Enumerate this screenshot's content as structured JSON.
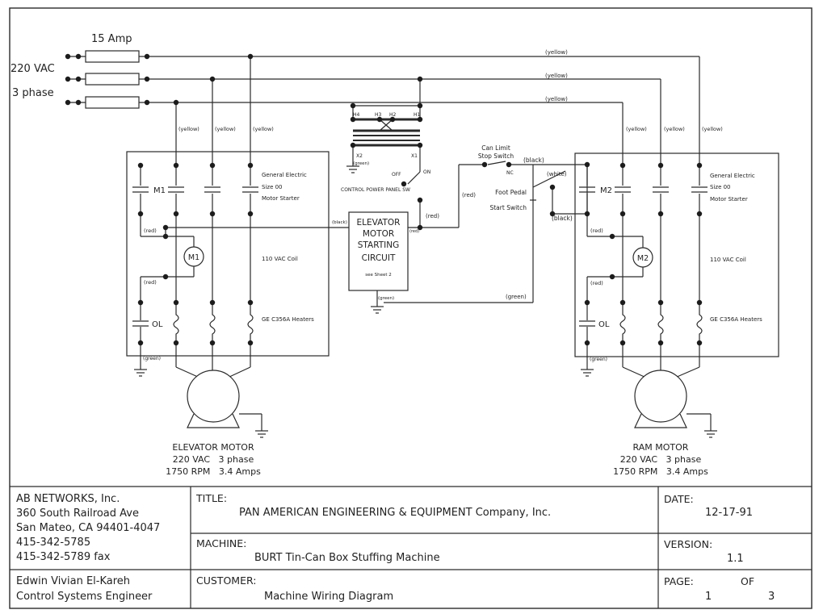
{
  "supply": {
    "fuse_rating": "15 Amp",
    "voltage": "220 VAC",
    "phase": "3 phase"
  },
  "wire_colors": {
    "yellow": "(yellow)",
    "red": "(red)",
    "green": "(green)",
    "black": "(black)",
    "white": "(white)"
  },
  "transformer": {
    "h1": "H1",
    "h2": "H2",
    "h3": "H3",
    "h4": "H4",
    "x1": "X1",
    "x2": "X2",
    "off": "OFF",
    "on": "ON",
    "switch_label": "CONTROL POWER PANEL SW"
  },
  "control_box": {
    "lines": [
      "ELEVATOR",
      "MOTOR",
      "STARTING",
      "CIRCUIT"
    ],
    "note": "see Sheet 2",
    "black_label": "(black)",
    "red_label": "(red)",
    "green_label": "(green)"
  },
  "switches": {
    "limit_line1": "Can Limit",
    "limit_line2": "Stop Switch",
    "nc": "NC",
    "foot_line1": "Foot Pedal",
    "foot_line2": "Start Switch"
  },
  "left_starter": {
    "contact_label": "M1",
    "coil_label": "M1",
    "ol_label": "OL",
    "brand": "General Electric",
    "size": "Size 00",
    "type": "Motor Starter",
    "coil_voltage": "110 VAC Coil",
    "heaters": "GE C356A Heaters"
  },
  "right_starter": {
    "contact_label": "M2",
    "coil_label": "M2",
    "ol_label": "OL",
    "brand": "General Electric",
    "size": "Size 00",
    "type": "Motor Starter",
    "coil_voltage": "110 VAC Coil",
    "heaters": "GE C356A Heaters"
  },
  "motors": [
    {
      "name": "ELEVATOR MOTOR",
      "spec1": "220 VAC   3 phase",
      "spec2": "1750 RPM   3.4 Amps"
    },
    {
      "name": "RAM MOTOR",
      "spec1": "220 VAC   3 phase",
      "spec2": "1750 RPM   3.4 Amps"
    }
  ],
  "title_block": {
    "company": [
      "AB NETWORKS, Inc.",
      "360 South Railroad Ave",
      "San Mateo, CA 94401-4047",
      "415-342-5785",
      "415-342-5789 fax"
    ],
    "engineer": [
      "Edwin Vivian El-Kareh",
      "Control Systems Engineer"
    ],
    "title_label": "TITLE:",
    "title": "PAN AMERICAN ENGINEERING & EQUIPMENT Company, Inc.",
    "machine_label": "MACHINE:",
    "machine": "BURT Tin-Can Box Stuffing Machine",
    "customer_label": "CUSTOMER:",
    "customer": "Machine Wiring Diagram",
    "date_label": "DATE:",
    "date": "12-17-91",
    "version_label": "VERSION:",
    "version": "1.1",
    "page_label": "PAGE:",
    "of_label": "OF",
    "page": "1",
    "total_pages": "3"
  }
}
